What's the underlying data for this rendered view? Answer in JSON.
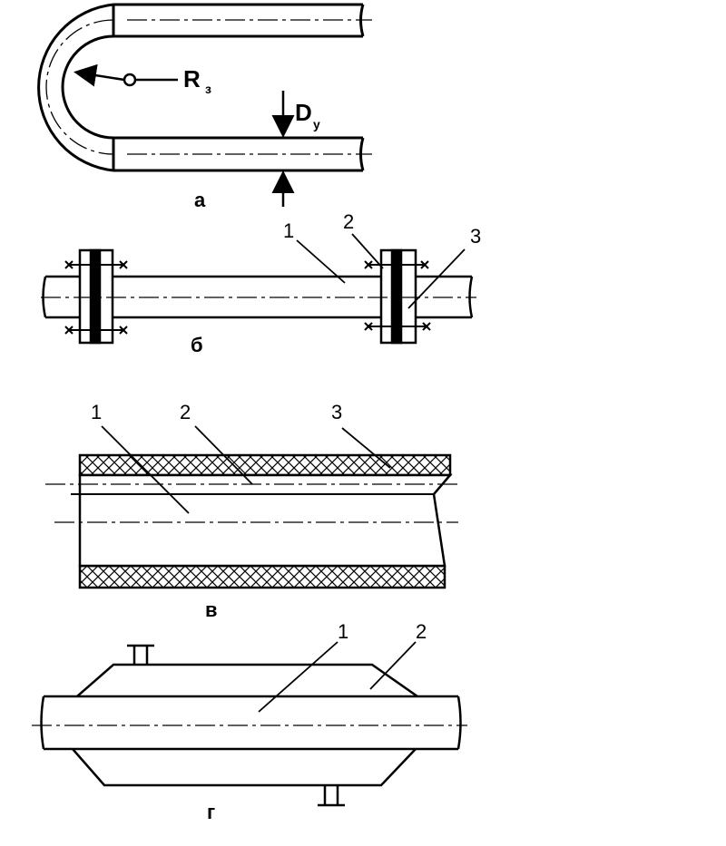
{
  "figure_a": {
    "caption": "а",
    "radius_label": "R",
    "radius_subscript": "з",
    "diameter_label": "D",
    "diameter_subscript": "у"
  },
  "figure_b": {
    "caption": "б",
    "callouts": [
      "1",
      "2",
      "3"
    ]
  },
  "figure_c": {
    "caption": "в",
    "callouts": [
      "1",
      "2",
      "3"
    ]
  },
  "figure_d": {
    "caption": "г",
    "callouts": [
      "1",
      "2"
    ]
  }
}
